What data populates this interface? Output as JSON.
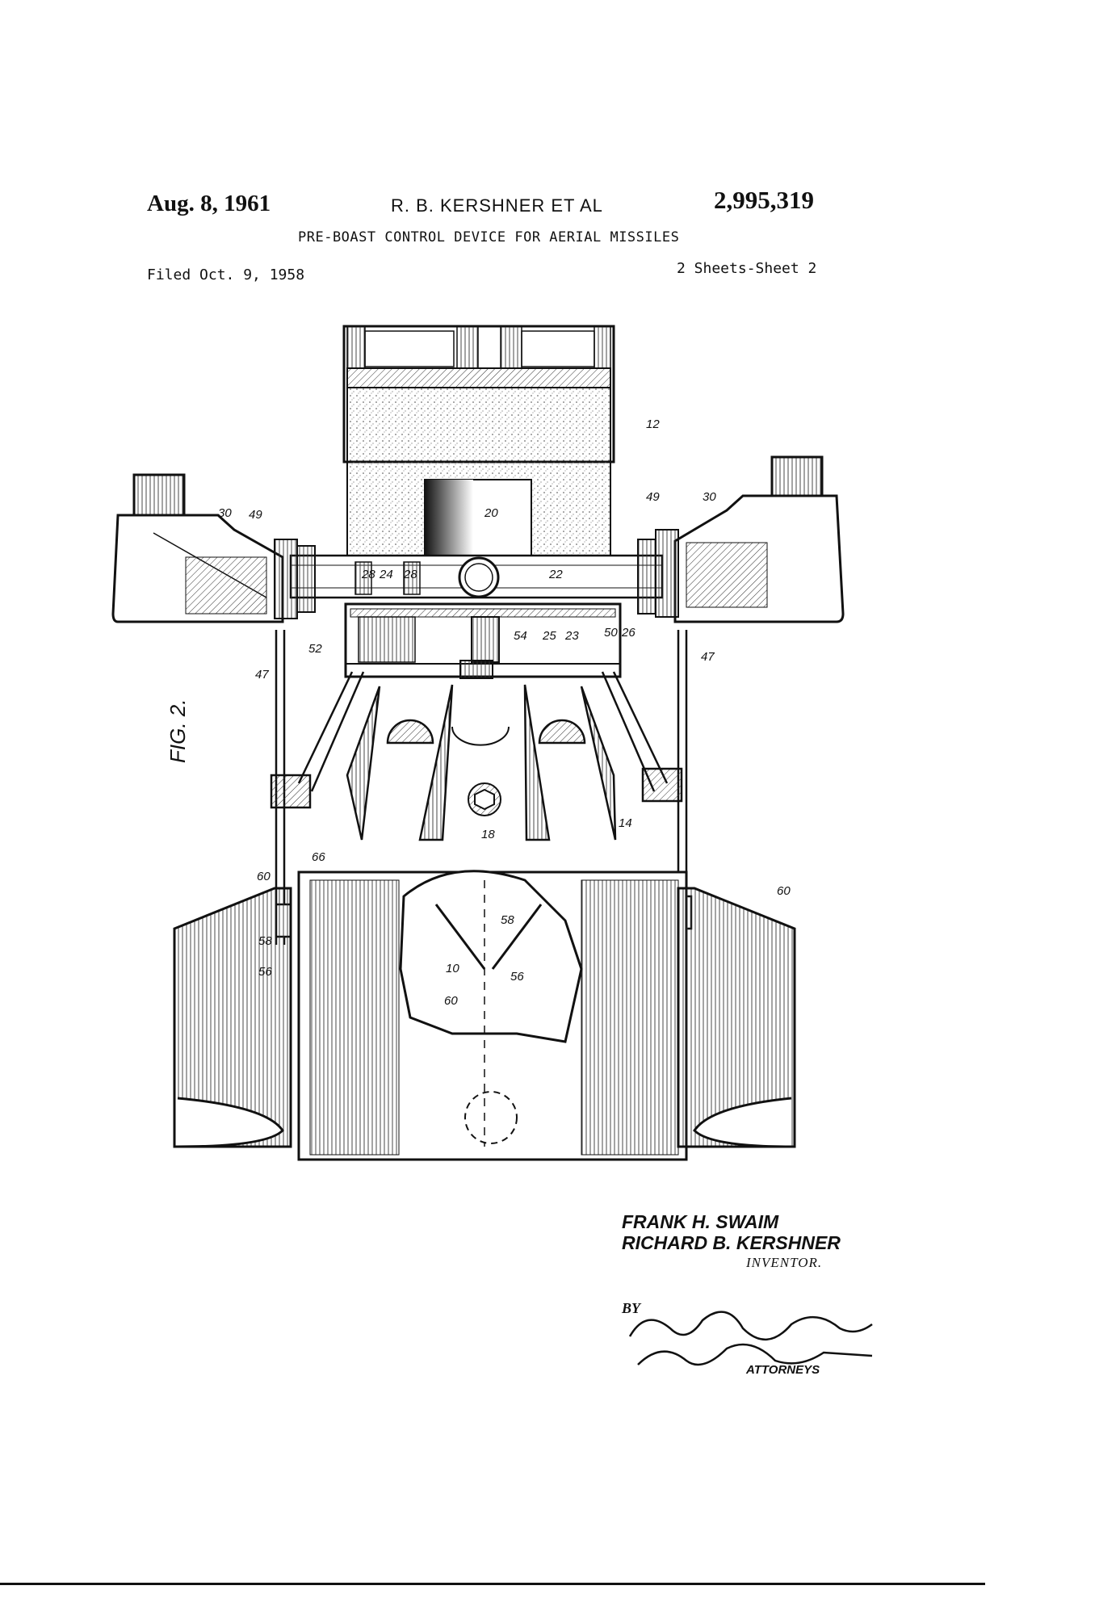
{
  "header": {
    "date": "Aug. 8, 1961",
    "inventors": "R. B. KERSHNER ET AL",
    "patent_number": "2,995,319",
    "title": "PRE-BOAST CONTROL DEVICE FOR AERIAL MISSILES",
    "filed": "Filed Oct. 9, 1958",
    "sheets": "2 Sheets-Sheet 2"
  },
  "figure": {
    "label": "FIG. 2.",
    "ref_numerals": [
      "12",
      "20",
      "22",
      "24",
      "28",
      "28",
      "30",
      "30",
      "49",
      "49",
      "23",
      "25",
      "26",
      "50",
      "54",
      "52",
      "47",
      "47",
      "14",
      "18",
      "66",
      "60",
      "60",
      "58",
      "56",
      "10",
      "58",
      "56",
      "60"
    ]
  },
  "signature_block": {
    "inventor_1": "FRANK H. SWAIM",
    "inventor_2": "RICHARD B. KERSHNER",
    "inventor_label": "INVENTOR.",
    "by": "BY",
    "attorneys_label": "ATTORNEYS"
  }
}
